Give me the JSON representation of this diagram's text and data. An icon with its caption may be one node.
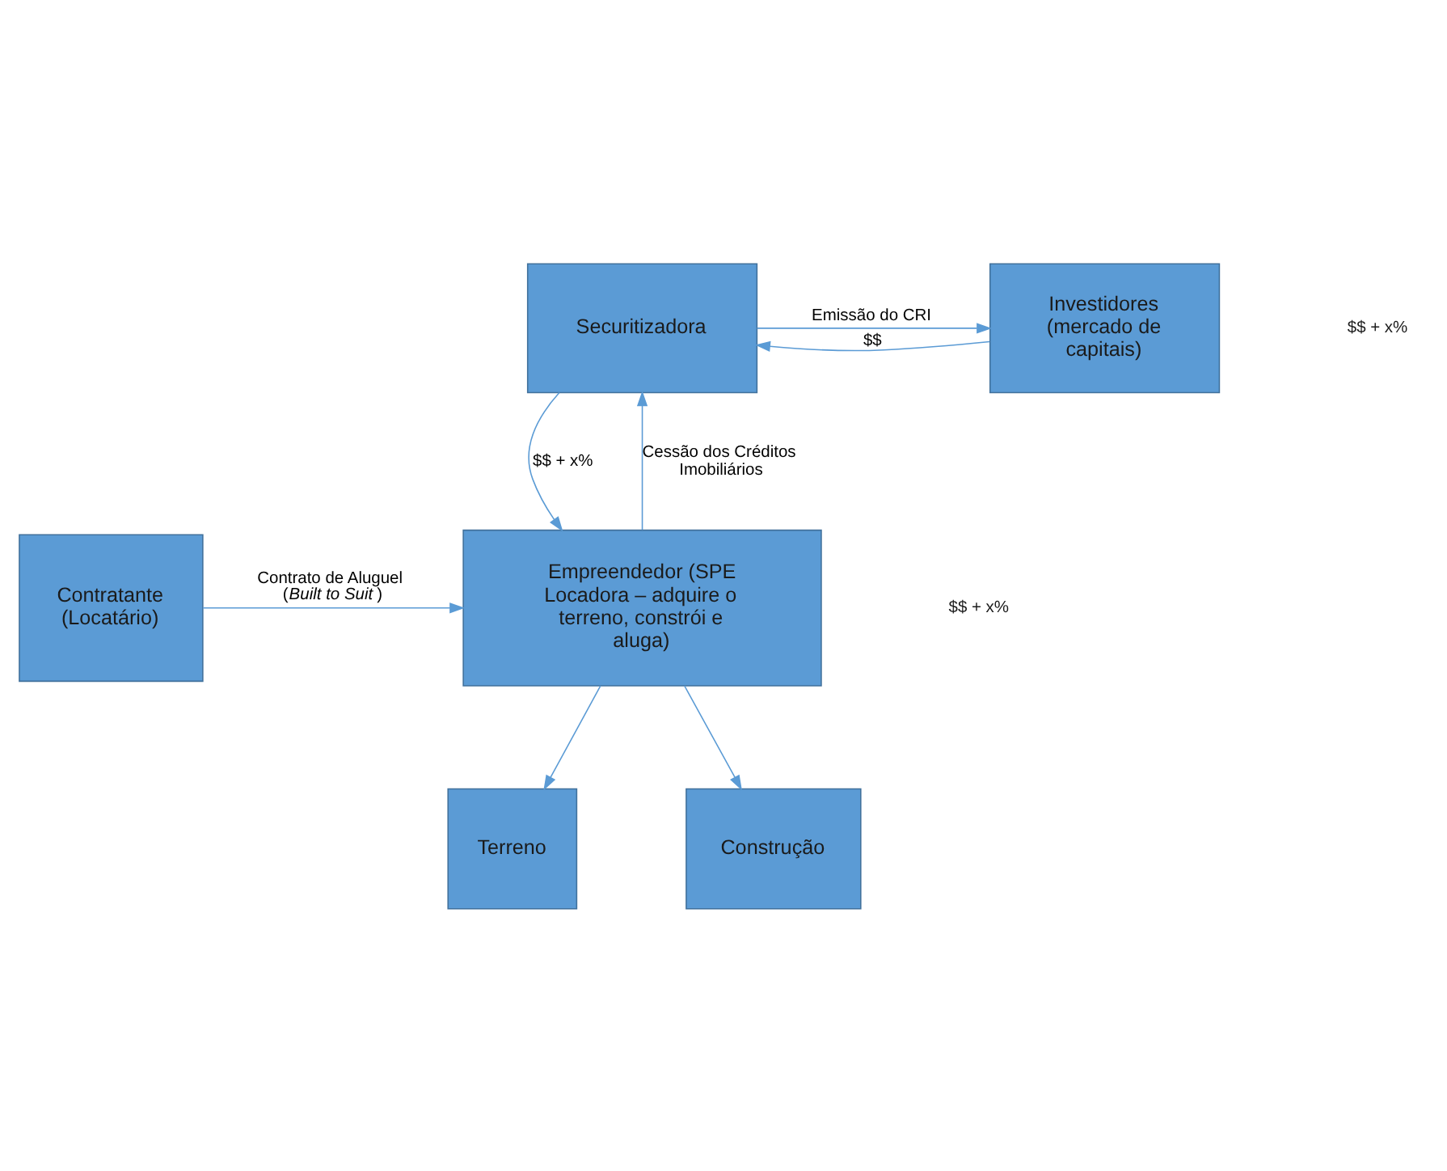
{
  "diagram": {
    "nodes": [
      {
        "text": [
          "Securitizadora"
        ]
      },
      {
        "text": [
          "Investidores (mercado de capitais)"
        ]
      },
      {
        "text": [
          "Empreendedor (SPE Locadora – adquire o terreno, constrói e aluga)"
        ]
      },
      {
        "text": [
          "Contratante (Locatário)"
        ]
      },
      {
        "text": [
          "Terreno"
        ]
      },
      {
        "text": [
          "Construção"
        ]
      }
    ],
    "edges": [
      {
        "from": 0,
        "to": 1,
        "arrow": "to",
        "label": "Emissão do CRI"
      },
      {
        "from": 1,
        "to": 0,
        "arrow": "to",
        "label": "$$"
      },
      {
        "from": 0,
        "to": 2,
        "arrow": "to",
        "label": "$$ + x%"
      },
      {
        "from": 2,
        "to": 0,
        "arrow": "to",
        "label": "Cessão dos Créditos Imobiliários"
      },
      {
        "from": 3,
        "to": 2,
        "arrow": "to",
        "label": "Contrato de Aluguel (*Built to Suit*)"
      },
      {
        "from": 2,
        "to": 4,
        "arrow": "to"
      },
      {
        "from": 2,
        "to": 5,
        "arrow": "to"
      }
    ],
    "labels": [
      "$$ + x%",
      "$$ + x%"
    ]
  }
}
